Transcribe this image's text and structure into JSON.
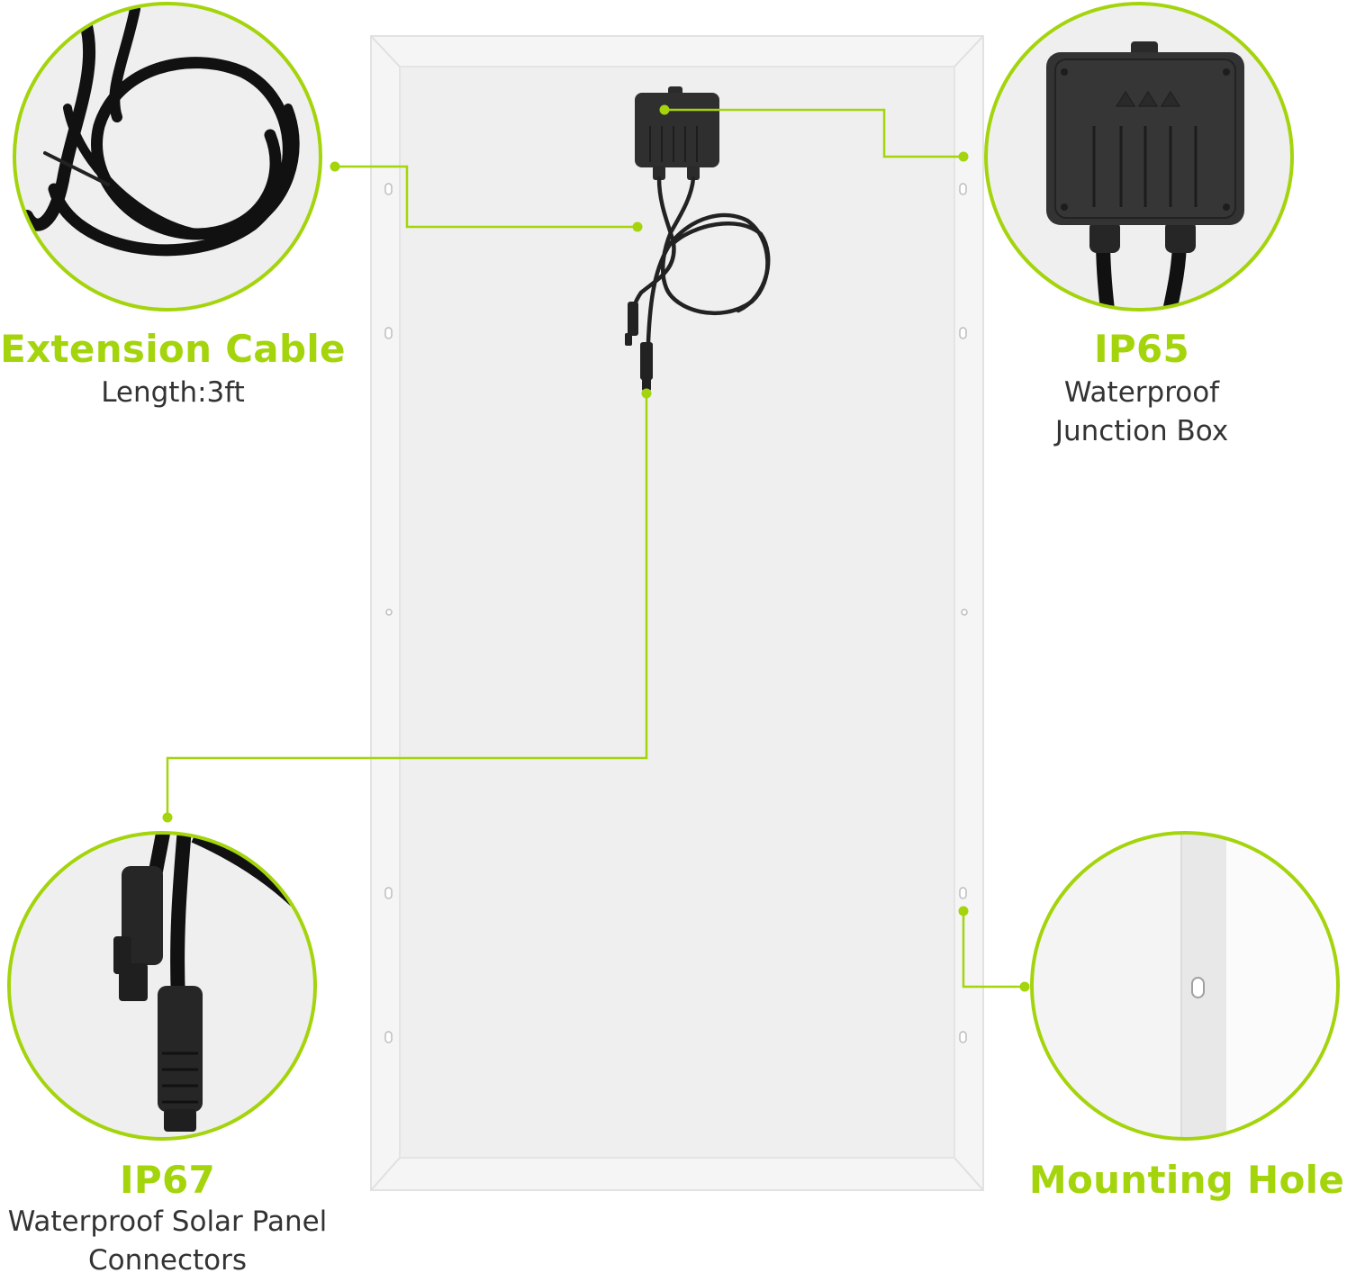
{
  "colors": {
    "accent": "#a4d40c",
    "panel_frame": "#f4f4f4",
    "panel_back": "#efefef",
    "component_black": "#2b2b2b",
    "text": "#333333"
  },
  "callouts": {
    "extension_cable": {
      "title": "Extension Cable",
      "subtitle": "Length:3ft"
    },
    "junction_box": {
      "title": "IP65",
      "subtitle_line1": "Waterproof",
      "subtitle_line2": "Junction Box"
    },
    "connectors": {
      "title": "IP67",
      "subtitle_line1": "Waterproof Solar Panel",
      "subtitle_line2": "Connectors"
    },
    "mounting_hole": {
      "title": "Mounting Hole"
    }
  },
  "icons": {
    "cable_detail": "coiled-cable-icon",
    "junction_box_detail": "junction-box-icon",
    "connector_detail": "mc4-connector-icon",
    "mounting_hole_detail": "mounting-hole-icon"
  }
}
